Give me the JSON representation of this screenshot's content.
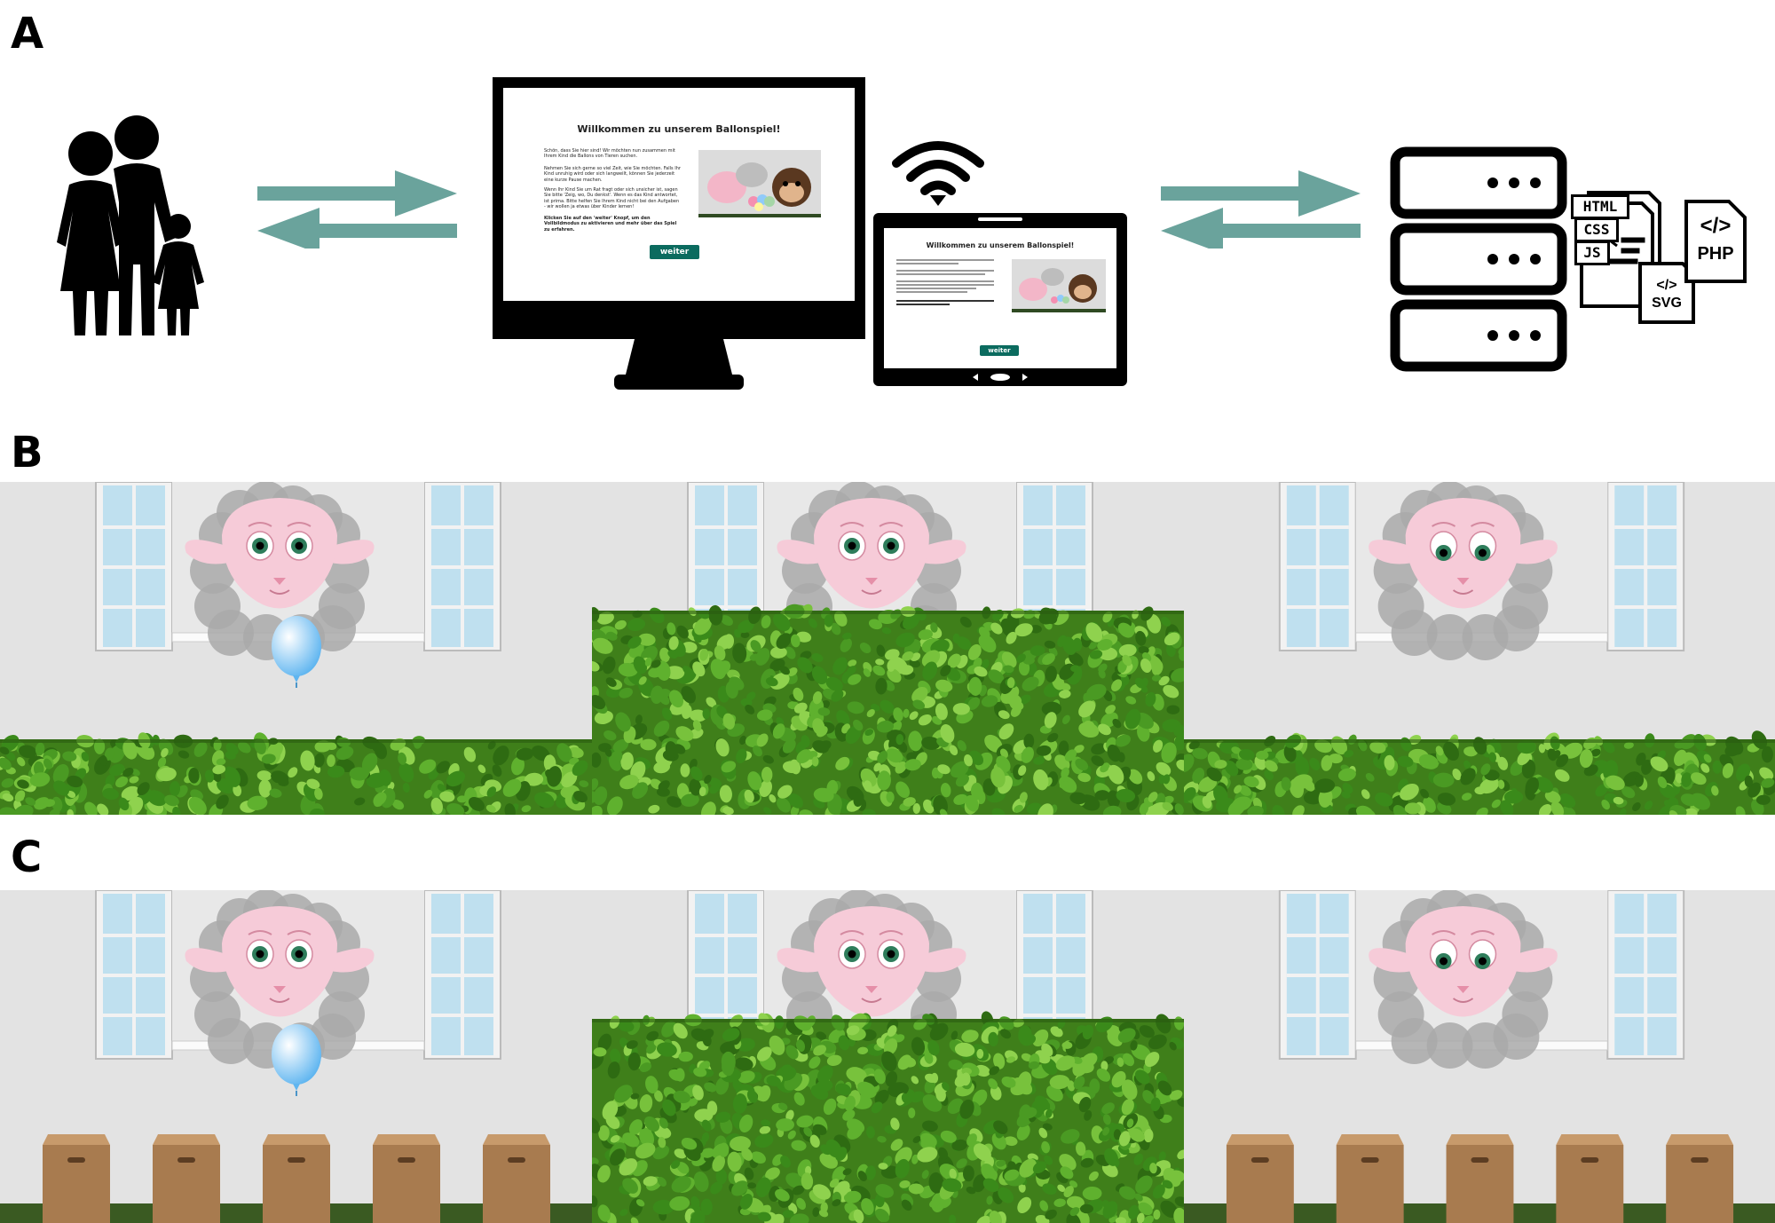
{
  "panels": {
    "a": "A",
    "b": "B",
    "c": "C"
  },
  "monitor": {
    "title": "Willkommen zu unserem Ballonspiel!",
    "paragraphs": [
      "Schön, dass Sie hier sind! Wir möchten nun zusammen mit Ihrem Kind die Ballons von Tieren suchen.",
      "Nehmen Sie sich gerne so viel Zeit, wie Sie möchten. Falls Ihr Kind unruhig wird oder sich langweilt, können Sie jederzeit eine kurze Pause machen.",
      "Wenn Ihr Kind Sie um Rat fragt oder sich unsicher ist, sagen Sie bitte 'Zeig, wo, Du denkst'. Wenn es das Kind antwortet, ist prima. Bitte helfen Sie Ihrem Kind nicht bei den Aufgaben - wir wollen ja etwas über Kinder lernen!",
      "Klicken Sie auf den 'weiter' Knopf, um den Vollbildmodus zu aktivieren und mehr über das Spiel zu erfahren."
    ],
    "button": "weiter"
  },
  "tablet": {
    "title": "Willkommen zu unserem Ballonspiel!",
    "button": "weiter"
  },
  "server": {
    "file_labels": [
      "HTML",
      "CSS",
      "JS"
    ],
    "svg_label": "SVG",
    "php_label": "PHP",
    "code_glyph": "</>"
  },
  "colors": {
    "arrow": "#6aa39c",
    "hedge": "#3f8f1f",
    "wall": "#e3e3e3",
    "box": "#a87b4f",
    "balloon": "#5fb5f0",
    "sheep_face": "#f6cbd8",
    "wool": "#a9a9a9"
  },
  "icons": [
    "family-icon",
    "wifi-icon",
    "server-rack-icon",
    "code-files-icon"
  ]
}
